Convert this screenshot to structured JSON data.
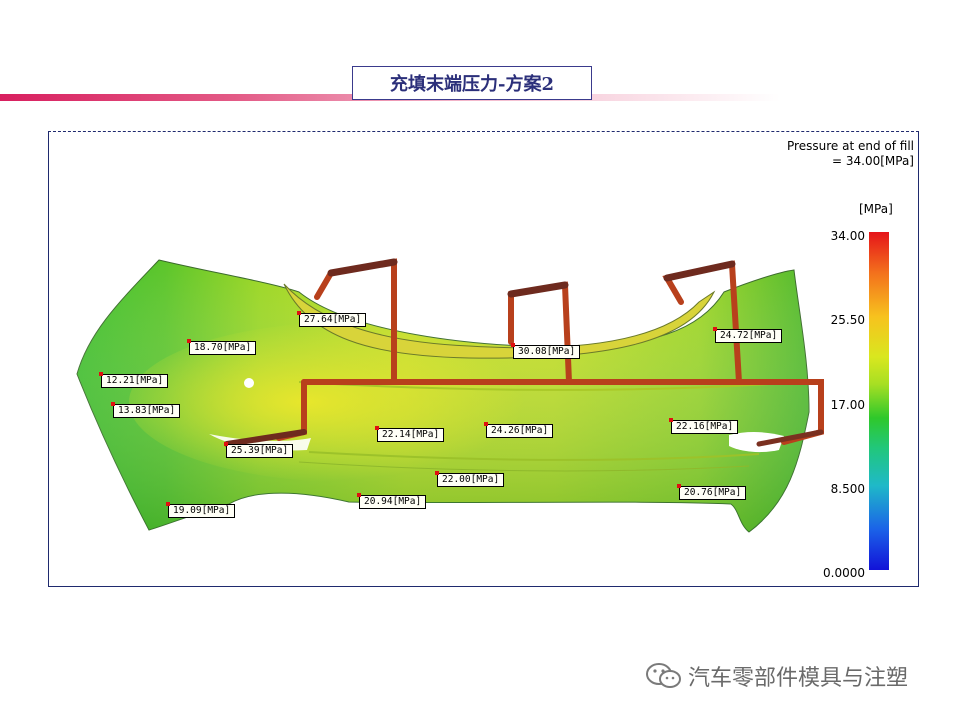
{
  "slide": {
    "title": "充填末端压力-方案2",
    "accent_color": "#d81f5f",
    "title_color": "#2b2f7a"
  },
  "result": {
    "title_line1": "Pressure at end of fill",
    "title_line2": "= 34.00[MPa]",
    "unit": "[MPa]",
    "scale_ticks": [
      "34.00",
      "25.50",
      "17.00",
      "8.500",
      "0.0000"
    ]
  },
  "callouts": [
    {
      "text": "27.64[MPa]"
    },
    {
      "text": "18.70[MPa]"
    },
    {
      "text": "30.08[MPa]"
    },
    {
      "text": "24.72[MPa]"
    },
    {
      "text": "12.21[MPa]"
    },
    {
      "text": "13.83[MPa]"
    },
    {
      "text": "22.14[MPa]"
    },
    {
      "text": "24.26[MPa]"
    },
    {
      "text": "22.16[MPa]"
    },
    {
      "text": "25.39[MPa]"
    },
    {
      "text": "22.00[MPa]"
    },
    {
      "text": "20.94[MPa]"
    },
    {
      "text": "20.76[MPa]"
    },
    {
      "text": "19.09[MPa]"
    }
  ],
  "watermark": {
    "text": "汽车零部件模具与注塑",
    "icon": "wechat-icon"
  }
}
